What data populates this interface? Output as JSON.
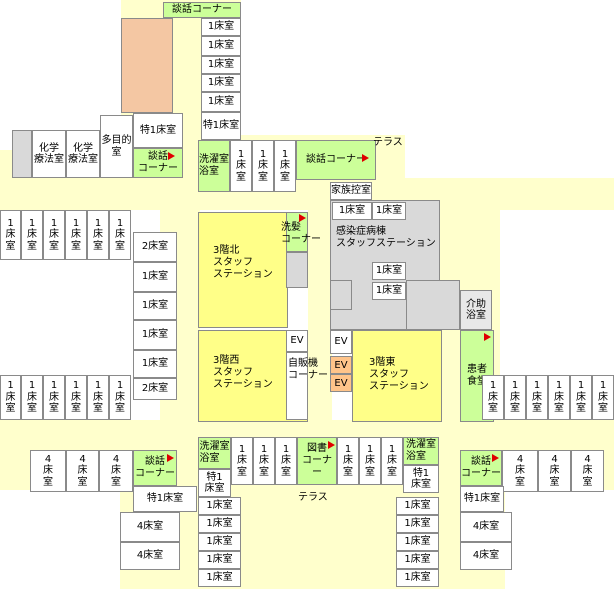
{
  "labels": {
    "bed1_v": "1\n床\n室",
    "bed4_v": "4\n床\n室",
    "bed1": "1床室",
    "bed2": "2床室",
    "bed4": "4床室",
    "special1": "特1床室",
    "special1_v": "特1\n床室",
    "lounge": "談話コーナー",
    "lounge_v": "談話\nコーナー",
    "chemo": "化学\n療法室",
    "multipurpose": "多目的\n室",
    "laundry_bath": "洗濯室\n浴室",
    "terrace": "テラス",
    "family": "家族控室",
    "infection": "感染症病棟\nスタッフステーション",
    "hair": "洗髪\nコーナー",
    "north_station": "3階北\nスタッフ\nステーション",
    "west_station": "3階西\nスタッフ\nステーション",
    "east_station": "3階東\nスタッフ\nステーション",
    "ev": "EV",
    "vending": "自販機\nコーナー",
    "assist_bath": "介助\n浴室",
    "patient_dining": "患者\n食堂",
    "library": "図書\nコーナー"
  },
  "colors": {
    "corridor": "#ffffcc",
    "room": "#ffffff",
    "service": "#d9d9d9",
    "lounge": "#ccff99",
    "station": "#ffff88",
    "reserved": "#f4c7a3",
    "marker": "#e00000"
  }
}
